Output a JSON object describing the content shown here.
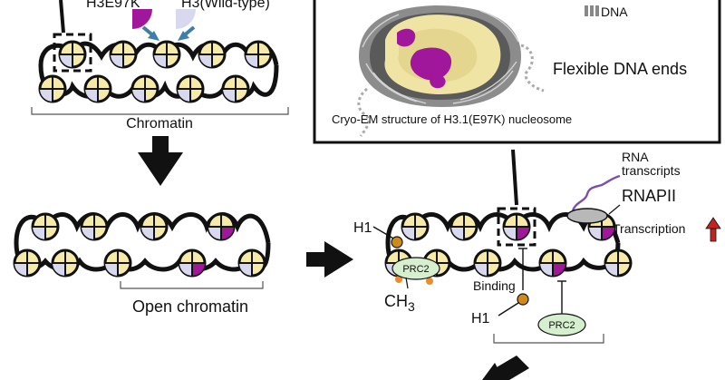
{
  "colors": {
    "wild_type": "#d8d8ee",
    "core": "#f5eaa8",
    "mutant": "#a0179b",
    "arrow_blue": "#3d7fa8",
    "prc2_fill": "#d6efcf",
    "h1_fill": "#d08a18",
    "methyl": "#ef8a2a",
    "rnap_fill": "#b8b8b8",
    "transcription_arrow": "#c42323",
    "outline": "#111111"
  },
  "top_left": {
    "label_mutant": "H3E97K",
    "label_wildtype": "H3(Wild-type)",
    "chromatin_label": "Chromatin"
  },
  "inset": {
    "legend_dna": "DNA",
    "flexible_ends": "Flexible DNA ends",
    "caption": "Cryo-EM structure of H3.1(E97K) nucleosome"
  },
  "middle_left": {
    "open_chromatin_label": "Open chromatin"
  },
  "right": {
    "h1_top": "H1",
    "prc2_left": "PRC2",
    "ch3": "CH3",
    "binding": "Binding",
    "h1_bottom": "H1",
    "prc2_bottom": "PRC2",
    "rna_line1": "RNA",
    "rna_line2": "transcripts",
    "rnapii": "RNAPII",
    "transcription": "Transcription"
  },
  "icons": [
    "down-arrow-icon",
    "right-arrow-icon",
    "diagonal-arrow-icon",
    "transcription-up-arrow-icon"
  ]
}
